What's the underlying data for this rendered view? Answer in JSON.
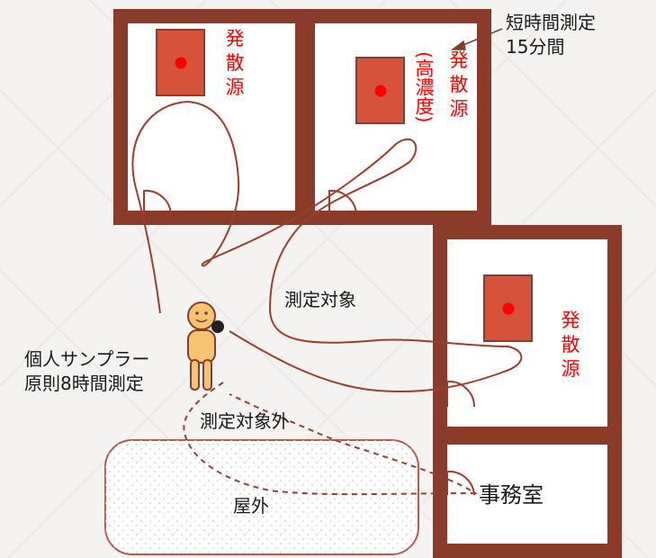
{
  "rooms": {
    "source_label": "発散源",
    "high_concentration_label": "(高濃度)",
    "office_label": "事務室"
  },
  "short_term": {
    "line1": "短時間測定",
    "line2": "15分間"
  },
  "sampler": {
    "line1": "個人サンプラー",
    "line2": "原則8時間測定"
  },
  "zones": {
    "target": "測定対象",
    "non_target": "測定対象外",
    "outdoor": "屋外"
  },
  "colors": {
    "wall": "#8b3c28",
    "source_fill": "#d6533b",
    "source_dot": "#ff0000",
    "label_red": "#ff0000",
    "path": "#9b3f2c",
    "figure_fill": "#f5c372"
  }
}
